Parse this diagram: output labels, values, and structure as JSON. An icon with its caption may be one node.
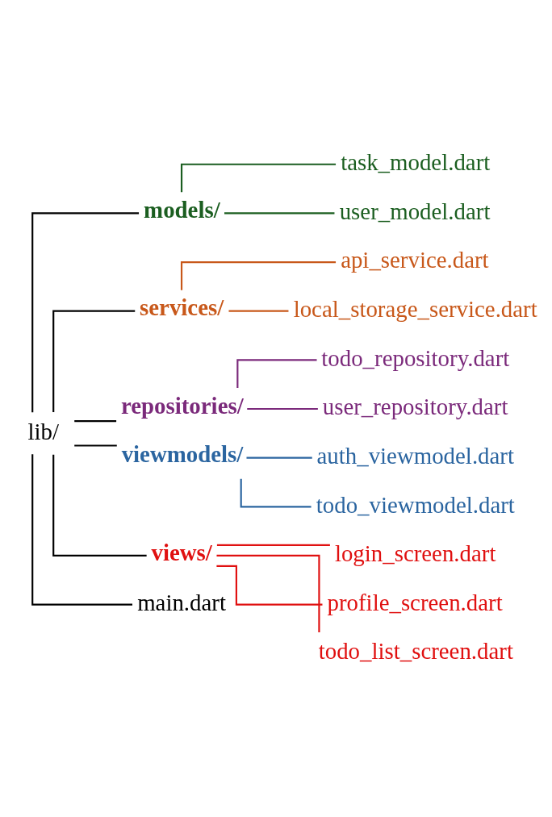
{
  "diagram": {
    "nodes": [
      {
        "text": [
          "lib/"
        ]
      },
      {
        "text": [
          "models/"
        ]
      },
      {
        "text": [
          "task_model.dart"
        ]
      },
      {
        "text": [
          "user_model.dart"
        ]
      },
      {
        "text": [
          "services/"
        ]
      },
      {
        "text": [
          "api_service.dart"
        ]
      },
      {
        "text": [
          "local_storage_service.dart"
        ]
      },
      {
        "text": [
          "repositories/"
        ]
      },
      {
        "text": [
          "todo_repository.dart"
        ]
      },
      {
        "text": [
          "user_repository.dart"
        ]
      },
      {
        "text": [
          "viewmodels/"
        ]
      },
      {
        "text": [
          "auth_viewmodel.dart"
        ]
      },
      {
        "text": [
          "todo_viewmodel.dart"
        ]
      },
      {
        "text": [
          "views/"
        ]
      },
      {
        "text": [
          "login_screen.dart"
        ]
      },
      {
        "text": [
          "profile_screen.dart"
        ]
      },
      {
        "text": [
          "todo_list_screen.dart"
        ]
      },
      {
        "text": [
          "main.dart"
        ]
      }
    ],
    "edges": [
      {
        "from": 0,
        "to": 1,
        "arrow": "none"
      },
      {
        "from": 1,
        "to": 2,
        "arrow": "none",
        "color": "#1b5e20"
      },
      {
        "from": 1,
        "to": 3,
        "arrow": "none",
        "color": "#1b5e20"
      },
      {
        "from": 0,
        "to": 4,
        "arrow": "none"
      },
      {
        "from": 4,
        "to": 5,
        "arrow": "none",
        "color": "#c8581a"
      },
      {
        "from": 4,
        "to": 6,
        "arrow": "none",
        "color": "#c8581a"
      },
      {
        "from": 0,
        "to": 7,
        "arrow": "none"
      },
      {
        "from": 7,
        "to": 8,
        "arrow": "none",
        "color": "#7b2a7b"
      },
      {
        "from": 7,
        "to": 9,
        "arrow": "none",
        "color": "#7b2a7b"
      },
      {
        "from": 0,
        "to": 10,
        "arrow": "none"
      },
      {
        "from": 10,
        "to": 11,
        "arrow": "none",
        "color": "#2b65a0"
      },
      {
        "from": 10,
        "to": 12,
        "arrow": "none",
        "color": "#2b65a0"
      },
      {
        "from": 0,
        "to": 13,
        "arrow": "none"
      },
      {
        "from": 13,
        "to": 14,
        "arrow": "none",
        "color": "#e01010"
      },
      {
        "from": 13,
        "to": 15,
        "arrow": "none",
        "color": "#e01010"
      },
      {
        "from": 13,
        "to": 16,
        "arrow": "none",
        "color": "#e01010"
      },
      {
        "from": 0,
        "to": 17,
        "arrow": "none"
      }
    ]
  }
}
